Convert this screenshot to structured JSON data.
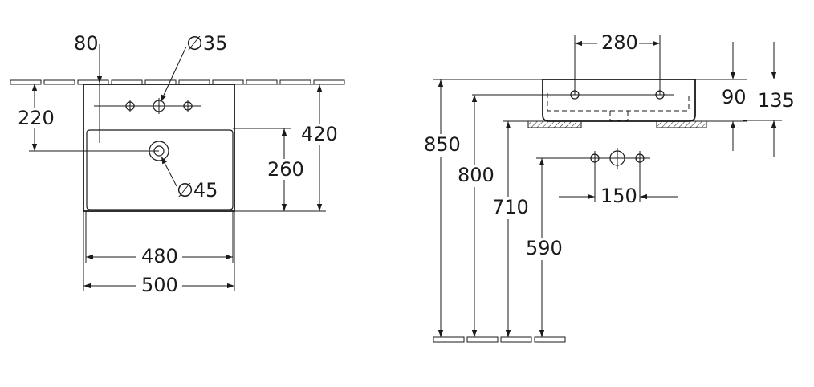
{
  "plan_view": {
    "dim_80": "80",
    "dim_dia35": "∅35",
    "dim_220": "220",
    "dim_420": "420",
    "dim_260": "260",
    "dim_dia45": "∅45",
    "dim_480": "480",
    "dim_500": "500"
  },
  "side_view": {
    "dim_280": "280",
    "dim_90": "90",
    "dim_135": "135",
    "dim_850": "850",
    "dim_800": "800",
    "dim_710": "710",
    "dim_590": "590",
    "dim_150": "150"
  }
}
